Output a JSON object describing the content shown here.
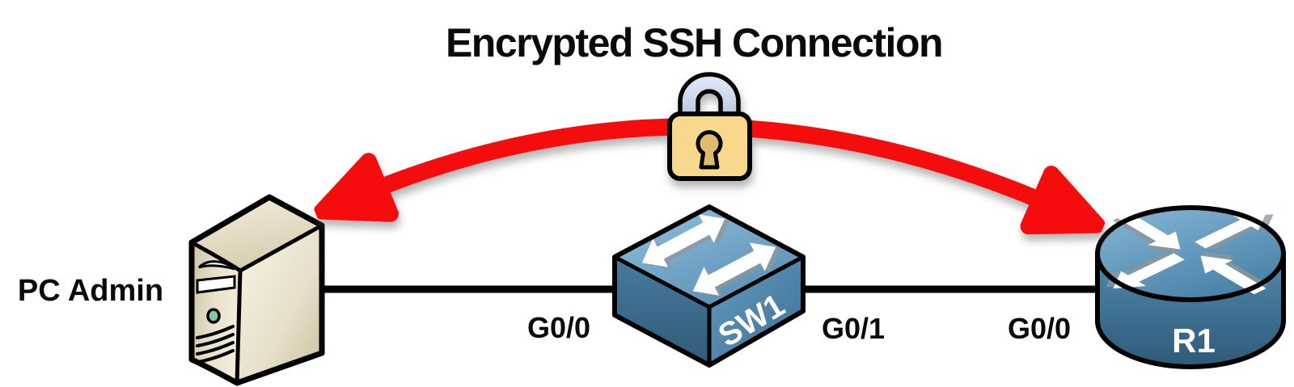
{
  "title": "Encrypted SSH Connection",
  "devices": {
    "pc": {
      "label": "PC Admin",
      "type": "admin-workstation"
    },
    "switch": {
      "label": "SW1",
      "type": "cisco-switch"
    },
    "router": {
      "label": "R1",
      "type": "cisco-router"
    }
  },
  "interfaces": {
    "switch_left": "G0/0",
    "switch_right": "G0/1",
    "router_left": "G0/0"
  },
  "connection": {
    "secure_path": "ssh-encrypted-tunnel",
    "icon": "padlock-icon"
  },
  "colors": {
    "arrow-red": "#f50a0a",
    "outline-black": "#000000",
    "label-black": "#0a0a0a",
    "lock-body": "#f7d88c",
    "lock-keyhole": "#e0ba6e",
    "lock-shackle": "#ccd5ea",
    "cisco-blue": "#4e87ad",
    "pc-beige": "#d9cfb5",
    "power-green": "#7ecba2"
  }
}
